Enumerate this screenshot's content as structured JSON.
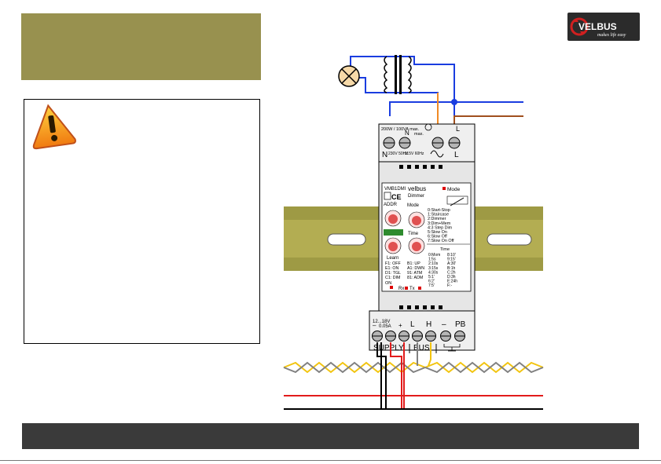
{
  "logo": {
    "brand": "VELBUS",
    "tagline": "makes life easy"
  },
  "module": {
    "top_left_label": "200W / 100VA\nmax.",
    "top_mid_label": "max.",
    "top_n": "N",
    "top_l": "L",
    "bottom_left_n": "N",
    "v230": "230V\n50Hz",
    "v115": "115V\n60Hz",
    "bot_l": "L",
    "model": "VMB1DMI",
    "brand": "velbus",
    "product": "Dimmer",
    "mode_led": "Mode",
    "addr": "ADDR",
    "mode": "Mode",
    "time": "Time",
    "mode_list": [
      "0:Start-Stop",
      "1:Staircase",
      "2:Dimmer",
      "3:Dim+Mem",
      "4:3 Step Dim",
      "5:Slow On",
      "6:Slow Off",
      "7:Slow On Off"
    ],
    "time_header": "Time",
    "time_list": [
      "0:Mom",
      "1:5s",
      "2:10s",
      "3:15s",
      "4:30s",
      "5:1'",
      "6:2'",
      "7:5'",
      "8:10'",
      "9:15'",
      "A:30'",
      "B:1h",
      "C:2h",
      "D:3h",
      "E:24h",
      "F:-"
    ],
    "learn": "Learn",
    "learn_list": [
      "F1: OFF",
      "E1: ON",
      "D1: TGL",
      "C1: DIM",
      "B1: UP",
      "A1: DWN",
      "91: ATM",
      "81: ADM"
    ],
    "on": "ON",
    "rx": "Rx",
    "tx": "Tx",
    "supply_top": "12...18V",
    "supply_current": "0.05A",
    "minus": "–",
    "plus": "+",
    "bus_l": "L",
    "bus_h": "H",
    "pb_minus": "–",
    "pb": "PB",
    "supply": "SUPPLY",
    "bus": "BUS"
  },
  "colors": {
    "olive": "#98914f",
    "blue": "#1a3de0",
    "orange": "#f08a24",
    "brown": "#a0501e",
    "red": "#e21b1b",
    "yellow": "#f2c40f",
    "gray": "#808080",
    "rail": "#9e9a44",
    "footer": "#3a3a3a"
  }
}
